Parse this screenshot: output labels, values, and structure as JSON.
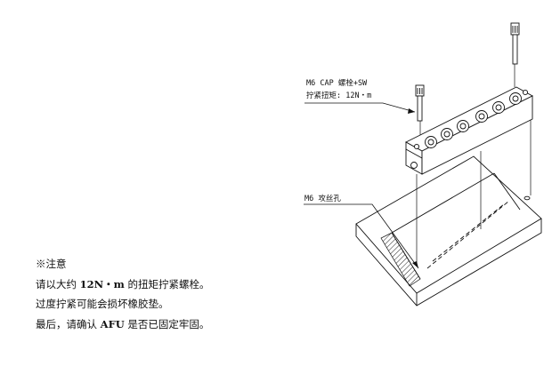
{
  "callouts": {
    "bolt_label": "M6 CAP 螺栓+SW",
    "torque_label": "拧紧扭矩: 12N・m",
    "hole_label": "M6 攻丝孔"
  },
  "notes": {
    "heading": "※注意",
    "line1_prefix": "请以大约 ",
    "line1_value": "12N・m",
    "line1_suffix": " 的扭矩拧紧螺栓。",
    "line2": "过度拧紧可能会损坏橡胶垫。",
    "line3_prefix": "最后，请确认 ",
    "line3_value": "AFU",
    "line3_suffix": " 是否已固定牢固。"
  }
}
